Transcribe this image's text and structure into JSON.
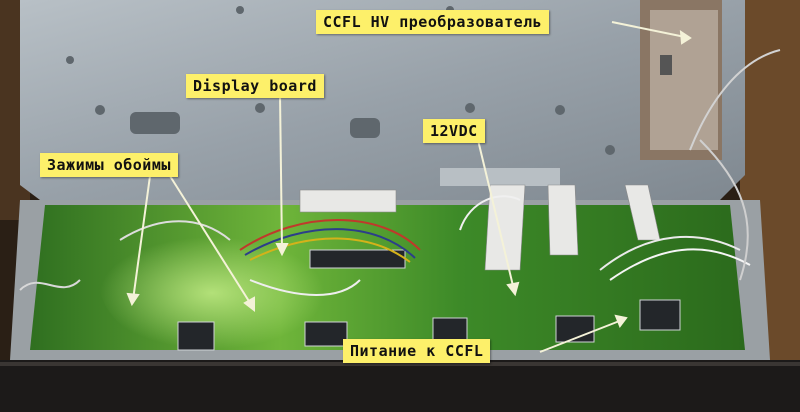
{
  "annotations": {
    "ccfl_hv": "CCFL HV преобразователь",
    "display_board": "Display board",
    "vdc": "12VDC",
    "clamps": "Зажимы обоймы",
    "ccfl_power": "Питание к CCFL"
  },
  "colors": {
    "label_bg": "#fdf06a",
    "pcb_green": "#3f8f2a",
    "chassis_metal": "#9aa3ab",
    "callout_line": "#f4f2d8"
  }
}
